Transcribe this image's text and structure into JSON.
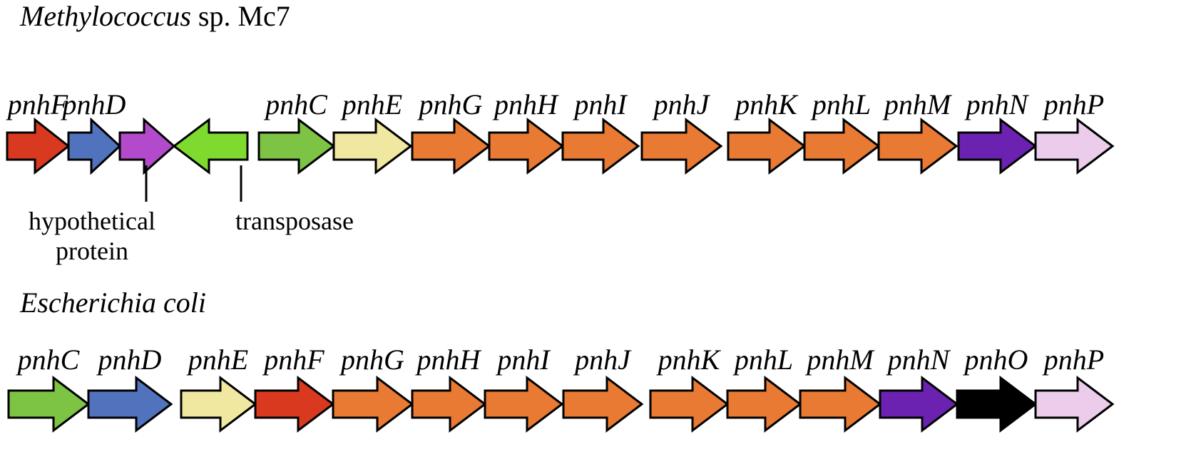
{
  "colors": {
    "red": "#D93A1F",
    "blue": "#5173BE",
    "magenta": "#B24ACB",
    "lime": "#7EDA2E",
    "green": "#7DC444",
    "paleyellow": "#F0E8A0",
    "orange": "#E87A33",
    "purple": "#6C22B0",
    "lavender": "#EBCDEB",
    "black": "#000000"
  },
  "organisms": [
    {
      "name_italic": "Methylococcus",
      "name_rest": " sp. Mc7",
      "genes": [
        {
          "label": "pnhF",
          "color": "red",
          "direction": "forward"
        },
        {
          "label": "pnhD",
          "color": "blue",
          "direction": "forward"
        },
        {
          "label": "",
          "color": "magenta",
          "direction": "forward"
        },
        {
          "label": "",
          "color": "lime",
          "direction": "reverse"
        },
        {
          "label": "pnhC",
          "color": "green",
          "direction": "forward"
        },
        {
          "label": "pnhE",
          "color": "paleyellow",
          "direction": "forward"
        },
        {
          "label": "pnhG",
          "color": "orange",
          "direction": "forward"
        },
        {
          "label": "pnhH",
          "color": "orange",
          "direction": "forward"
        },
        {
          "label": "pnhI",
          "color": "orange",
          "direction": "forward"
        },
        {
          "label": "pnhJ",
          "color": "orange",
          "direction": "forward"
        },
        {
          "label": "pnhK",
          "color": "orange",
          "direction": "forward"
        },
        {
          "label": "pnhL",
          "color": "orange",
          "direction": "forward"
        },
        {
          "label": "pnhM",
          "color": "orange",
          "direction": "forward"
        },
        {
          "label": "pnhN",
          "color": "purple",
          "direction": "forward"
        },
        {
          "label": "pnhP",
          "color": "lavender",
          "direction": "forward"
        }
      ],
      "annotations": [
        {
          "lines": [
            "hypothetical",
            "protein"
          ]
        },
        {
          "lines": [
            "transposase"
          ]
        }
      ]
    },
    {
      "name_italic": "Escherichia coli",
      "name_rest": "",
      "genes": [
        {
          "label": "pnhC",
          "color": "green",
          "direction": "forward"
        },
        {
          "label": "pnhD",
          "color": "blue",
          "direction": "forward"
        },
        {
          "label": "pnhE",
          "color": "paleyellow",
          "direction": "forward"
        },
        {
          "label": "pnhF",
          "color": "red",
          "direction": "forward"
        },
        {
          "label": "pnhG",
          "color": "orange",
          "direction": "forward"
        },
        {
          "label": "pnhH",
          "color": "orange",
          "direction": "forward"
        },
        {
          "label": "pnhI",
          "color": "orange",
          "direction": "forward"
        },
        {
          "label": "pnhJ",
          "color": "orange",
          "direction": "forward"
        },
        {
          "label": "pnhK",
          "color": "orange",
          "direction": "forward"
        },
        {
          "label": "pnhL",
          "color": "orange",
          "direction": "forward"
        },
        {
          "label": "pnhM",
          "color": "orange",
          "direction": "forward"
        },
        {
          "label": "pnhN",
          "color": "purple",
          "direction": "forward"
        },
        {
          "label": "pnhO",
          "color": "black",
          "direction": "forward"
        },
        {
          "label": "pnhP",
          "color": "lavender",
          "direction": "forward"
        }
      ],
      "annotations": []
    }
  ]
}
